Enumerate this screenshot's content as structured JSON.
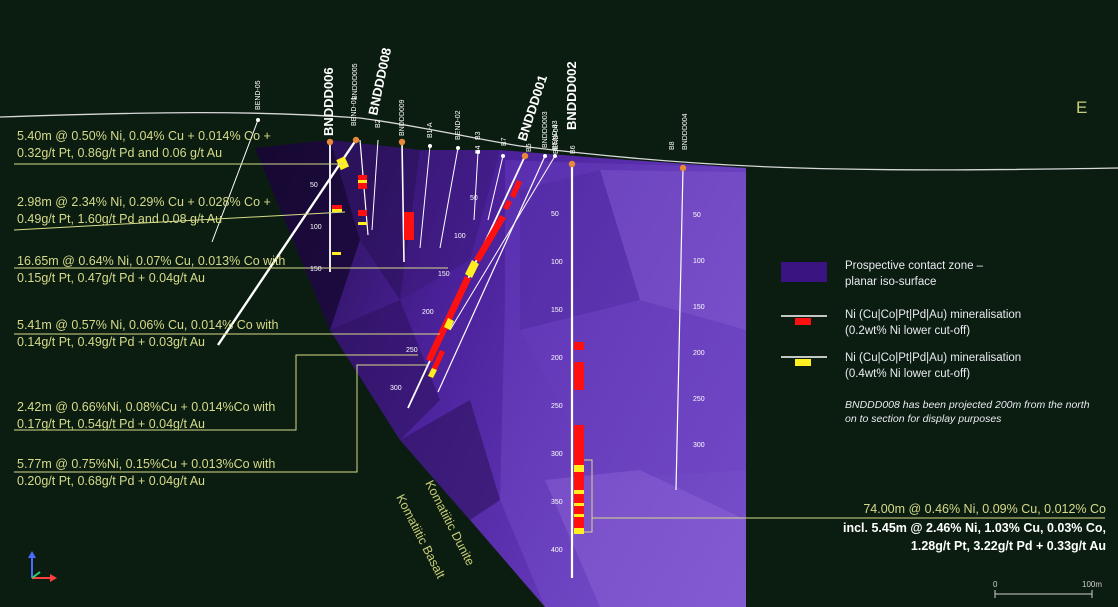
{
  "compass": {
    "east": "E"
  },
  "holes": [
    {
      "id": "bend05",
      "label": "BEND-05",
      "major": false
    },
    {
      "id": "bnddd006",
      "label": "BNDDD006",
      "major": true
    },
    {
      "id": "bend01",
      "label": "BEND-01",
      "major": false
    },
    {
      "id": "bnddd005",
      "label": "BNDDD005",
      "major": false
    },
    {
      "id": "bnddd008",
      "label": "BNDDD008",
      "major": true
    },
    {
      "id": "b2",
      "label": "B2",
      "major": false
    },
    {
      "id": "bnddd009",
      "label": "BNDDD009",
      "major": false
    },
    {
      "id": "b1a",
      "label": "B1-A",
      "major": false
    },
    {
      "id": "bend02",
      "label": "BEND-02",
      "major": false
    },
    {
      "id": "b3",
      "label": "B3",
      "major": false
    },
    {
      "id": "b4",
      "label": "B4",
      "major": false
    },
    {
      "id": "b7",
      "label": "B7",
      "major": false
    },
    {
      "id": "bnddd001",
      "label": "BNDDD001",
      "major": true
    },
    {
      "id": "b5",
      "label": "B5",
      "major": false
    },
    {
      "id": "bnddd003",
      "label": "BNDDD003",
      "major": false
    },
    {
      "id": "bend03",
      "label": "BEND-03",
      "major": false
    },
    {
      "id": "bend04",
      "label": "BEND-04",
      "major": false
    },
    {
      "id": "bnddd002",
      "label": "BNDDD002",
      "major": true
    },
    {
      "id": "b6",
      "label": "B6",
      "major": false
    },
    {
      "id": "b8",
      "label": "B8",
      "major": false
    },
    {
      "id": "bnddd004",
      "label": "BNDDD004",
      "major": false
    }
  ],
  "annotations": [
    {
      "line1": "5.40m @ 0.50% Ni, 0.04% Cu + 0.014% Co +",
      "line2": "0.32g/t Pt, 0.86g/t Pd and 0.06 g/t Au"
    },
    {
      "line1": "2.98m @ 2.34% Ni, 0.29% Cu + 0.028% Co +",
      "line2": "0.49g/t Pt, 1.60g/t Pd and 0.08 g/t Au"
    },
    {
      "line1": "16.65m @ 0.64% Ni, 0.07% Cu, 0.013% Co with",
      "line2": "0.15g/t Pt, 0.47g/t Pd + 0.04g/t Au"
    },
    {
      "line1": "5.41m @ 0.57% Ni, 0.06% Cu, 0.014% Co with",
      "line2": "0.14g/t Pt, 0.49g/t Pd + 0.03g/t Au"
    },
    {
      "line1": "2.42m @ 0.66%Ni, 0.08%Cu + 0.014%Co with",
      "line2": "0.17g/t Pt, 0.54g/t Pd + 0.04g/t Au"
    },
    {
      "line1": "5.77m @ 0.75%Ni, 0.15%Cu + 0.013%Co with",
      "line2": "0.20g/t Pt, 0.68g/t Pd + 0.04g/t Au"
    }
  ],
  "right_annotation": {
    "line1": "74.00m @ 0.46% Ni, 0.09% Cu, 0.012% Co",
    "line2": "incl. 5.45m @ 2.46% Ni, 1.03% Cu, 0.03% Co,",
    "line3": "1.28g/t Pt, 3.22g/t Pd + 0.33g/t Au"
  },
  "legend": {
    "zone_line1": "Prospective contact zone –",
    "zone_line2": "planar iso-surface",
    "min02_line1": "Ni (Cu|Co|Pt|Pd|Au) mineralisation",
    "min02_line2": "(0.2wt% Ni lower cut-off)",
    "min04_line1": "Ni (Cu|Co|Pt|Pd|Au) mineralisation",
    "min04_line2": "(0.4wt% Ni lower cut-off)",
    "note": "BNDDD008 has been projected 200m from the north on to section for display purposes"
  },
  "lithology": {
    "dunite": "Komatiitic Dunite",
    "basalt": "Komatiitic Basalt"
  },
  "depth_ticks": {
    "bnddd006": [
      "50",
      "100",
      "150"
    ],
    "bnddd001": [
      "50",
      "100",
      "150",
      "200",
      "250",
      "300"
    ],
    "bnddd002": [
      "50",
      "100",
      "150",
      "200",
      "250",
      "300",
      "350",
      "400"
    ],
    "bnddd004": [
      "50",
      "100",
      "150",
      "200",
      "250",
      "300"
    ]
  },
  "scale_bar": {
    "start": "0",
    "end": "100m"
  },
  "colors": {
    "background": "#0b1d10",
    "annotation_text": "#d6da8a",
    "mineral_02": "#ff1010",
    "mineral_04": "#ffee20",
    "collar": "#e8893a",
    "zone_dark": "#2a0d55",
    "zone_mid": "#5a2aa8",
    "zone_light": "#8a5fd0"
  }
}
